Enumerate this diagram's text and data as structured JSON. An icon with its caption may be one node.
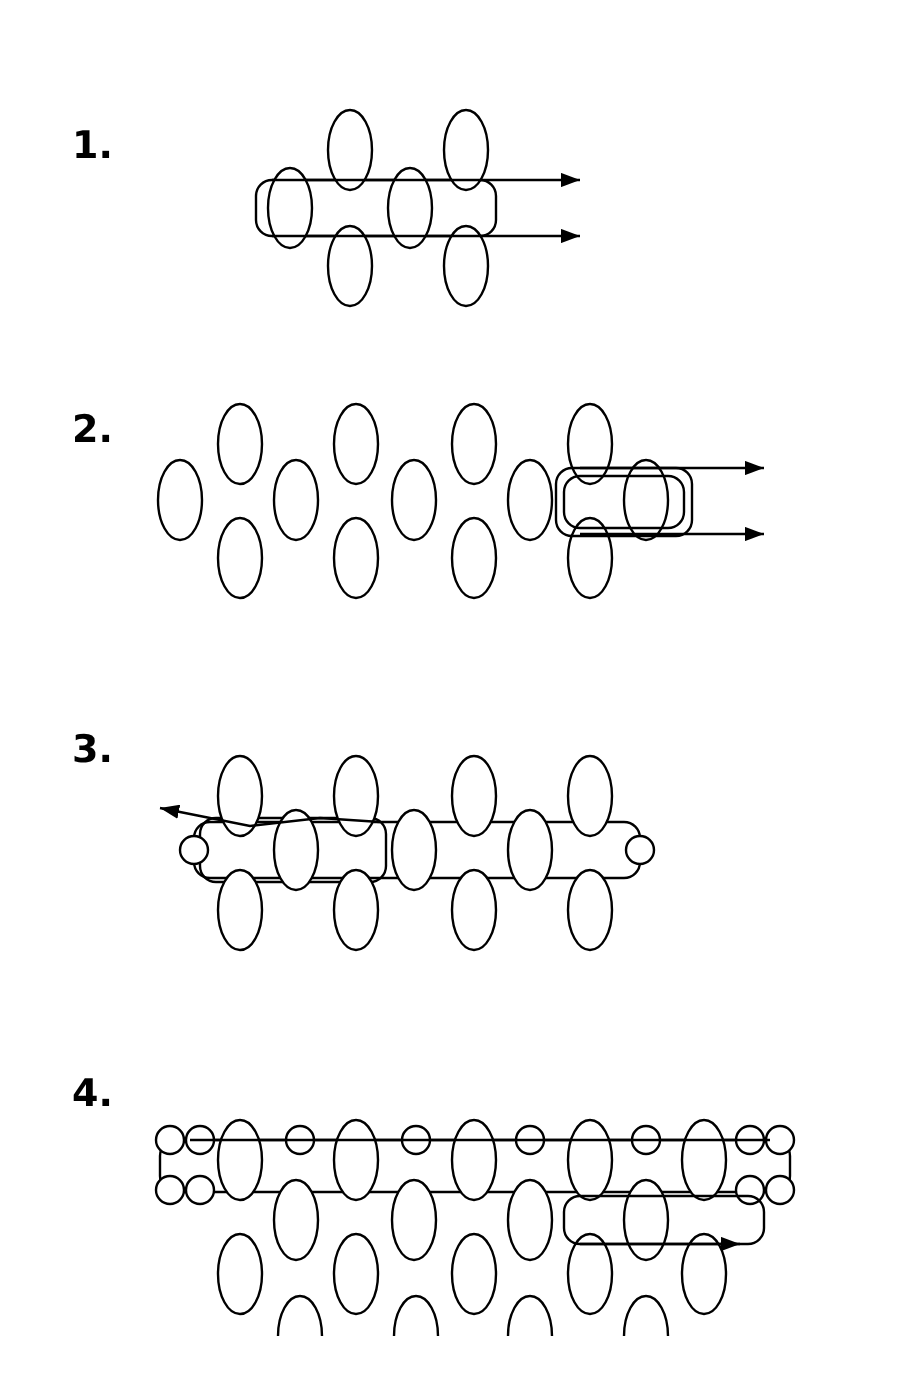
{
  "diagram": {
    "labels": [
      "1.",
      "2.",
      "3.",
      "4."
    ]
  }
}
